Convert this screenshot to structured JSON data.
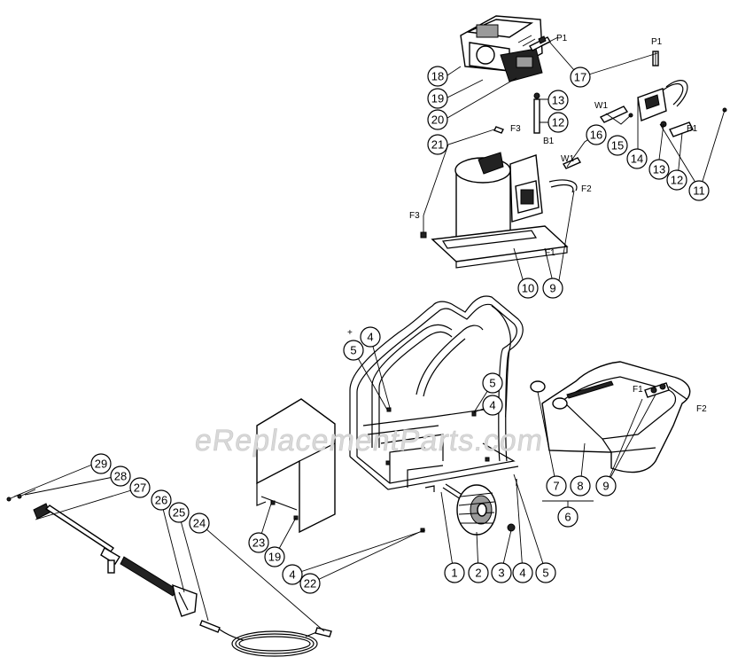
{
  "watermark": "eReplacementParts.com",
  "part_numbers": [
    "1",
    "2",
    "3",
    "4",
    "4",
    "4",
    "4",
    "5",
    "5",
    "5",
    "6",
    "7",
    "8",
    "9",
    "9",
    "10",
    "11",
    "12",
    "12",
    "13",
    "13",
    "14",
    "15",
    "16",
    "17",
    "18",
    "19",
    "19",
    "20",
    "21",
    "22",
    "23",
    "24",
    "25",
    "26",
    "27",
    "28",
    "29"
  ],
  "callouts": {
    "p1_a": "P1",
    "p1_b": "P1",
    "b1_a": "B1",
    "b1_b": "B1",
    "w1_a": "W1",
    "w1_b": "W1",
    "f1_a": "F1",
    "f1_b": "F1",
    "f2_a": "F2",
    "f2_b": "F2",
    "f3_a": "F3",
    "f3_b": "F3",
    "plus": "+"
  }
}
